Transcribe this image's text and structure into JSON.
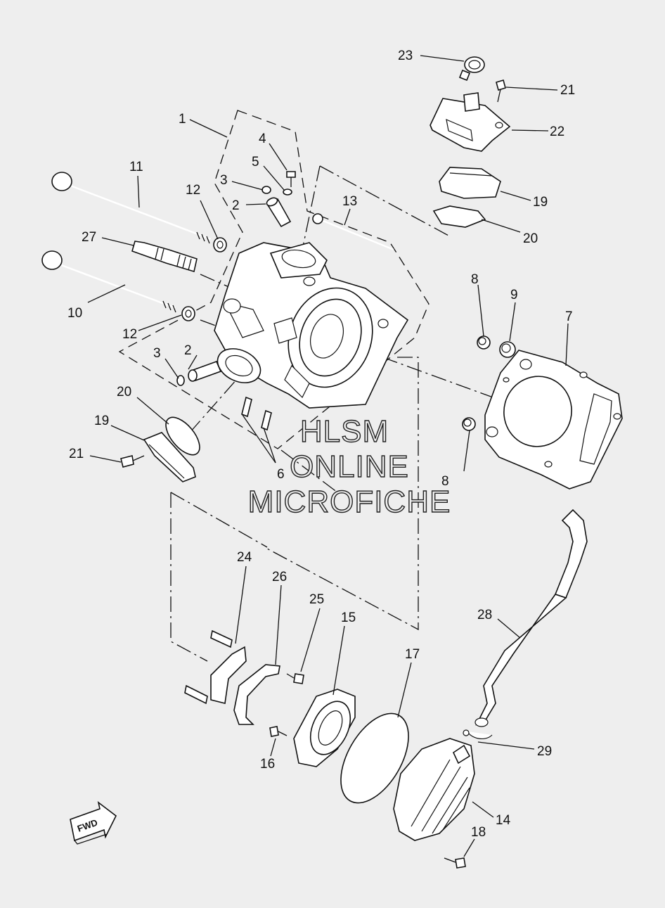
{
  "watermark": {
    "line1": "HLSM",
    "line2": "ONLINE",
    "line3": "MICROFICHE"
  },
  "fwd_arrow": {
    "label": "FWD"
  },
  "callouts": [
    {
      "id": "c1",
      "text": "1"
    },
    {
      "id": "c2a",
      "text": "2"
    },
    {
      "id": "c2b",
      "text": "2"
    },
    {
      "id": "c3a",
      "text": "3"
    },
    {
      "id": "c3b",
      "text": "3"
    },
    {
      "id": "c4",
      "text": "4"
    },
    {
      "id": "c5",
      "text": "5"
    },
    {
      "id": "c6",
      "text": "6"
    },
    {
      "id": "c7",
      "text": "7"
    },
    {
      "id": "c8a",
      "text": "8"
    },
    {
      "id": "c8b",
      "text": "8"
    },
    {
      "id": "c9",
      "text": "9"
    },
    {
      "id": "c10",
      "text": "10"
    },
    {
      "id": "c11",
      "text": "11"
    },
    {
      "id": "c12a",
      "text": "12"
    },
    {
      "id": "c12b",
      "text": "12"
    },
    {
      "id": "c13",
      "text": "13"
    },
    {
      "id": "c14",
      "text": "14"
    },
    {
      "id": "c15",
      "text": "15"
    },
    {
      "id": "c16",
      "text": "16"
    },
    {
      "id": "c17",
      "text": "17"
    },
    {
      "id": "c18",
      "text": "18"
    },
    {
      "id": "c19a",
      "text": "19"
    },
    {
      "id": "c19b",
      "text": "19"
    },
    {
      "id": "c20a",
      "text": "20"
    },
    {
      "id": "c20b",
      "text": "20"
    },
    {
      "id": "c21a",
      "text": "21"
    },
    {
      "id": "c21b",
      "text": "21"
    },
    {
      "id": "c22",
      "text": "22"
    },
    {
      "id": "c23",
      "text": "23"
    },
    {
      "id": "c24",
      "text": "24"
    },
    {
      "id": "c25",
      "text": "25"
    },
    {
      "id": "c26",
      "text": "26"
    },
    {
      "id": "c27",
      "text": "27"
    },
    {
      "id": "c28",
      "text": "28"
    },
    {
      "id": "c29",
      "text": "29"
    }
  ]
}
